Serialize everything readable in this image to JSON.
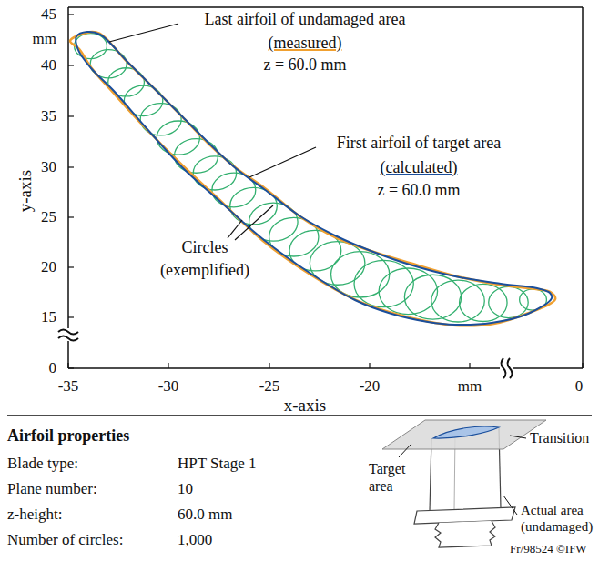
{
  "diagram": {
    "labels": [
      "45",
      "mm",
      "40",
      "35",
      "30",
      "25",
      "20",
      "15",
      "0",
      "-35",
      "-30",
      "-25",
      "-20",
      "mm",
      "0",
      "y-axis",
      "x-axis",
      "Last airfoil of undamaged area",
      "(measured)",
      "z = 60.0 mm",
      "First airfoil of target area",
      "(calculated)",
      "z = 60.0 mm",
      "Circles",
      "(exemplified)",
      "Airfoil properties",
      "Blade type:",
      "HPT Stage 1",
      "Plane number:",
      "10",
      "z-height:",
      "60.0 mm",
      "Number of circles:",
      "1,000",
      "Target area",
      "Transition",
      "Actual area (undamaged)",
      "Fr/98524 ©IFW"
    ]
  }
}
